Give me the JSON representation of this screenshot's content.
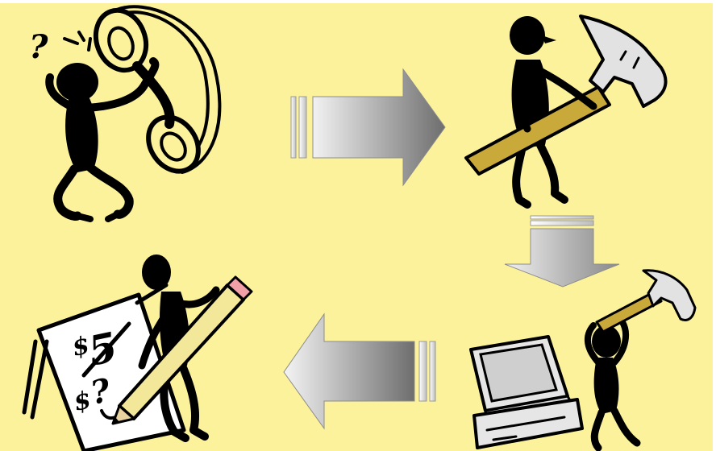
{
  "colors": {
    "background": "#fbf29b",
    "figure": "#000000",
    "hammer_handle": "#c9a93a",
    "pencil_body": "#f3e79a",
    "pencil_eraser": "#f2a0a8",
    "arrow_dark": "#7a7a7a",
    "arrow_light": "#f0f0f0",
    "computer": "#e6e6e6"
  },
  "panels": [
    {
      "name": "phone-call",
      "icon": "telephone-icon",
      "mark": "?"
    },
    {
      "name": "carpenter",
      "icon": "hammer-icon"
    },
    {
      "name": "computer-repair",
      "icon": "computer-icon"
    },
    {
      "name": "estimate-drafting",
      "icon": "pencil-icon",
      "labels": [
        "$",
        "5",
        "$",
        "?"
      ]
    }
  ],
  "arrows": [
    {
      "name": "arrow-right",
      "direction": "right"
    },
    {
      "name": "arrow-down",
      "direction": "down"
    },
    {
      "name": "arrow-left",
      "direction": "left"
    }
  ]
}
